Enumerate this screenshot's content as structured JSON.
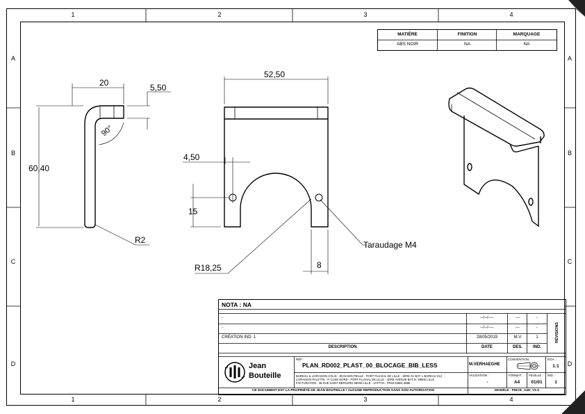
{
  "grid": {
    "columns": [
      "1",
      "2",
      "3",
      "4"
    ],
    "rows": [
      "A",
      "B",
      "C",
      "D"
    ]
  },
  "material_table": {
    "headers": [
      "MATIÈRE",
      "FINITION",
      "MARQUAGE"
    ],
    "values": [
      "ABS NOIR",
      "NA",
      "NA"
    ]
  },
  "dimensions": {
    "side_width": "20",
    "side_thickness": "5,50",
    "side_height": "60,40",
    "side_angle": "90°",
    "side_radius": "R2",
    "front_width": "52,50",
    "hole_offset": "4,50",
    "hole_height": "15",
    "arc_radius": "R18,25",
    "foot_width": "8",
    "thread_note": "Taraudage M4"
  },
  "title_block": {
    "note_label": "NOTA : NA",
    "revisions": [
      {
        "description": "-",
        "date": "--/--/----",
        "des": "---",
        "ind": "-"
      },
      {
        "description": "-",
        "date": "--/--/----",
        "des": "---",
        "ind": "-"
      },
      {
        "description": "CRÉATION IND. 1",
        "date": "28/05/2019",
        "des": "M.V",
        "ind": "1"
      }
    ],
    "headers": {
      "description": "DESCRIPTION",
      "date": "DATE",
      "des": "DES.",
      "ind": "IND."
    },
    "revisions_label": "RÉVISIONS",
    "logo_line1": "Jean",
    "logo_line2": "Bouteille",
    "ref_label": "RÉF :",
    "ref_value": "PLAN_RD002_PLAST_00_BLOCAGE_BIB_LESS",
    "author_value": "M.VERHAEGHE",
    "convention_label": "CONVENTION :",
    "scale_label": "ÉCH. :",
    "scale_value": "1:1",
    "validation_label": "VALIDATION :",
    "validation_value": "-",
    "format_label": "FORMAT :",
    "format_value": "A4",
    "sheet_label": "FEUILLE :",
    "sheet_value": "01/01",
    "ind_label": "IND. :",
    "ind_value": "1",
    "address_1": "BUREAU & LIVRAISON COLIS : JEAN BOUTEILLE - PORT FLUVIAL DE LILLE - 1ÈRE AV BAT. L BUREAU 313",
    "address_2": "LIVRAISON PALETTE : R CUSE NORD - PORT FLUVIAL DE LILLE - 1ÈRE AVENUE BAT. E, 59000 LILLE",
    "address_3": "FACTURATION : 38 RUE SAINT BERNARD 59000 LILLE - VAT/TVA : FR63 83681 8865",
    "property_note": "CE DOCUMENT EST LA PROPRIÉTÉ DE JEAN BOUTEILLE ! AUCUNE REPRODUCTION SANS SON AUTORISATION",
    "model_note": "MODÈLE : PIECE_A4H_V1.5"
  }
}
